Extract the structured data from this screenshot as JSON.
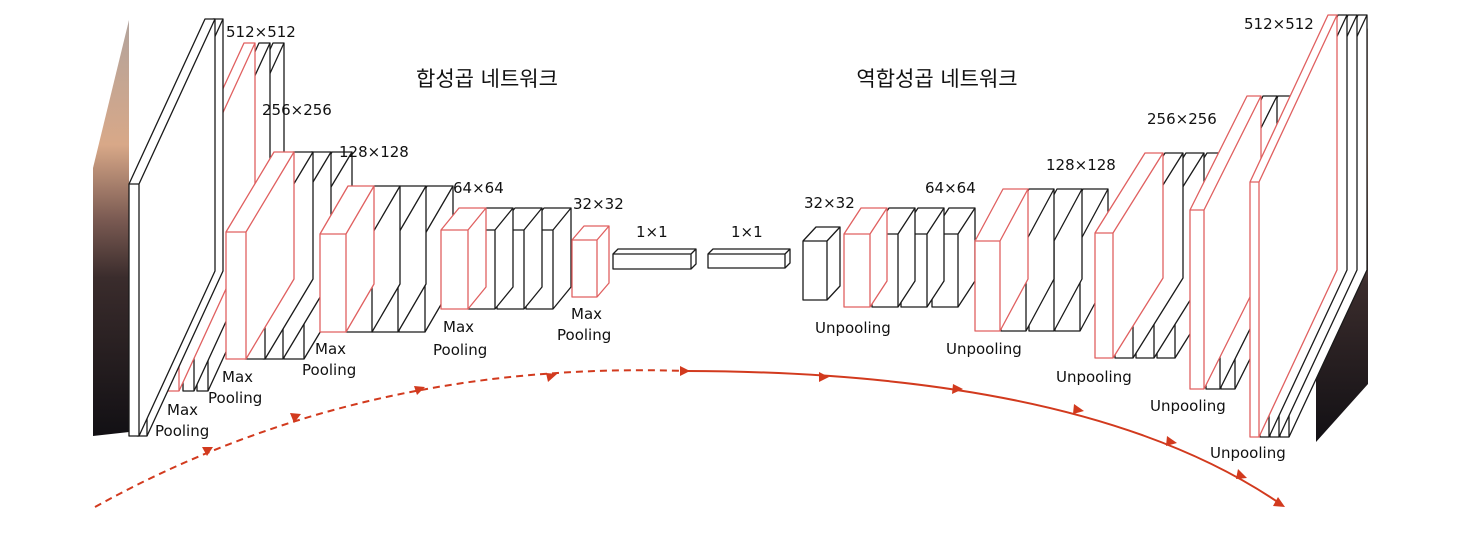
{
  "titles": {
    "encoder": "합성곱 네트워크",
    "decoder": "역합성곱 네트워크"
  },
  "sizes": {
    "enc_512": "512×512",
    "enc_256": "256×256",
    "enc_128": "128×128",
    "enc_64": "64×64",
    "enc_32": "32×32",
    "bott_left": "1×1",
    "bott_right": "1×1",
    "dec_32": "32×32",
    "dec_64": "64×64",
    "dec_128": "128×128",
    "dec_256": "256×256",
    "dec_512": "512×512"
  },
  "ops": {
    "max_l1": "Max",
    "pool_l1": "Pooling",
    "max_l2": "Max",
    "pool_l2": "Pooling",
    "max_l3": "Max",
    "pool_l3": "Pooling",
    "max_l4": "Max",
    "pool_l4": "Pooling",
    "max_l5": "Max",
    "pool_l5": "Pooling",
    "unpool_1": "Unpooling",
    "unpool_2": "Unpooling",
    "unpool_3": "Unpooling",
    "unpool_4": "Unpooling",
    "unpool_5": "Unpooling"
  },
  "colors": {
    "stroke": "#1a1a1a",
    "highlight": "#e06060",
    "flow_arrow": "#d23a1e"
  }
}
